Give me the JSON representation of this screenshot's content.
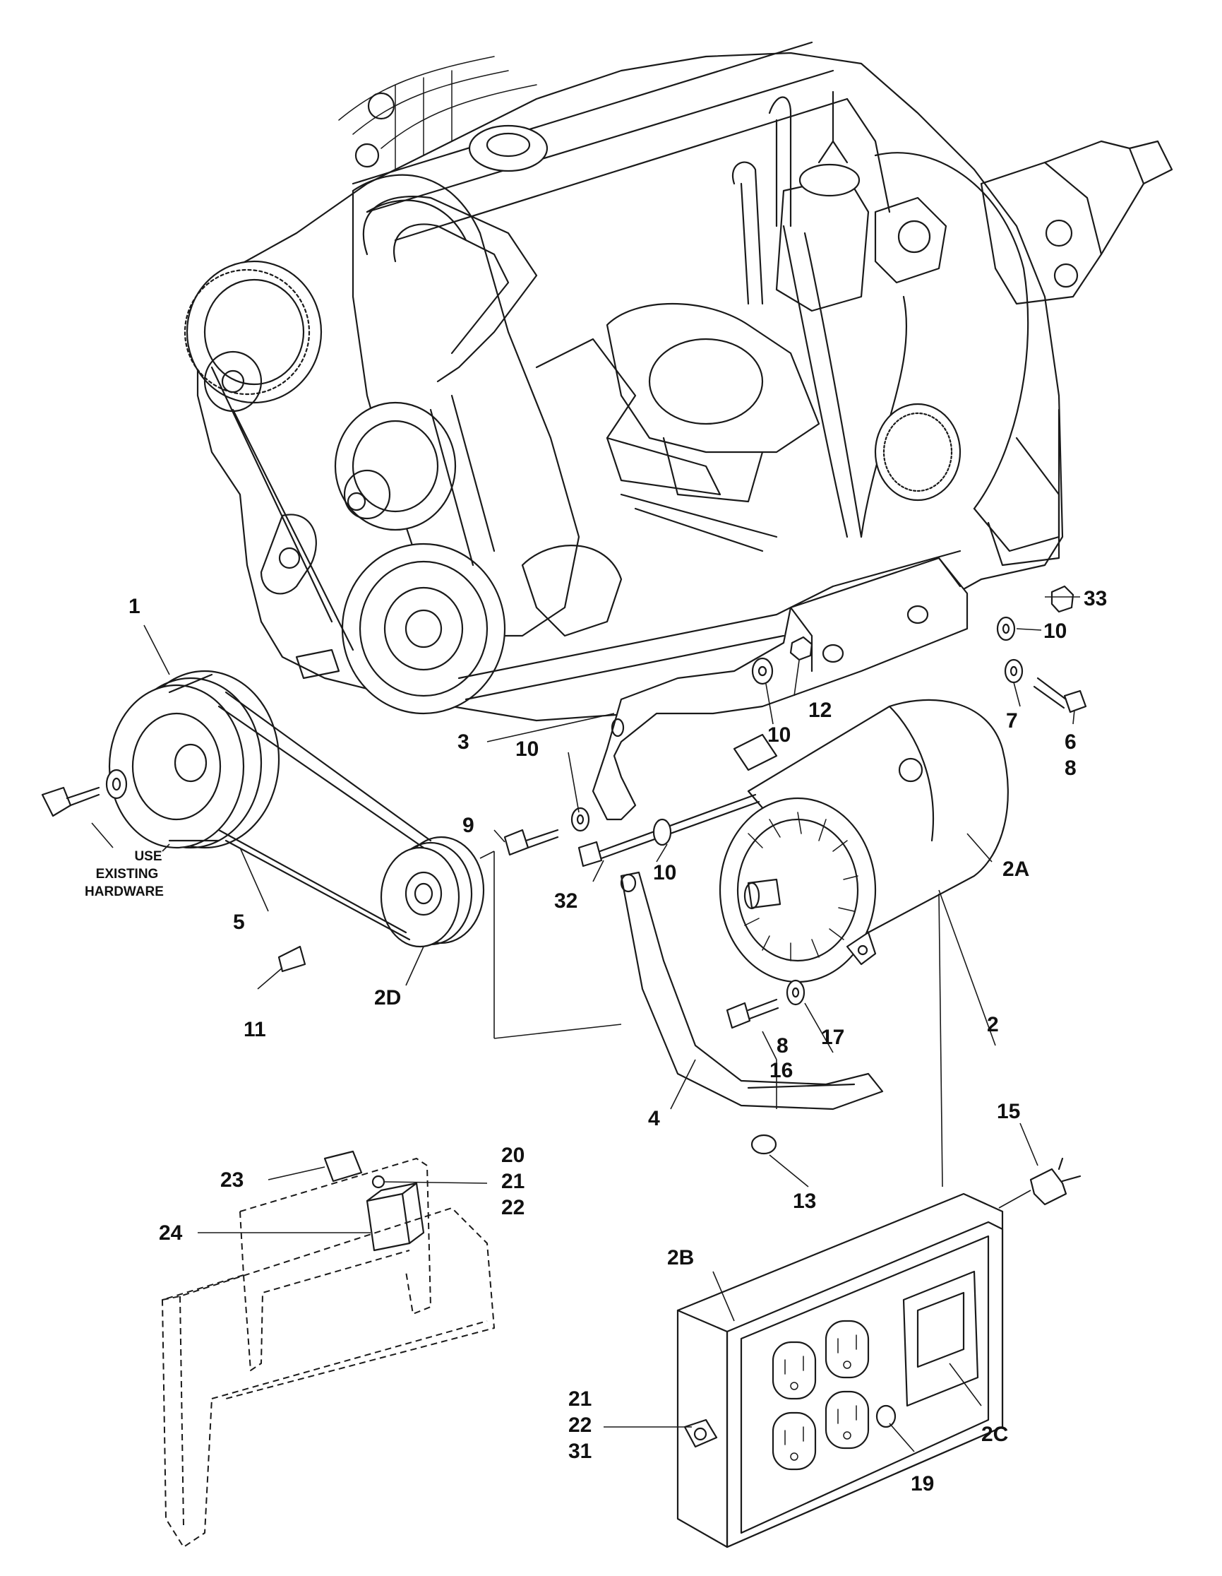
{
  "diagram": {
    "callouts": {
      "c1": "1",
      "c2": "2",
      "c2a": "2A",
      "c2b": "2B",
      "c2c": "2C",
      "c2d": "2D",
      "c3": "3",
      "c4": "4",
      "c5": "5",
      "c6": "6",
      "c7": "7",
      "c8a": "8",
      "c8b": "8",
      "c9": "9",
      "c10a": "10",
      "c10b": "10",
      "c10c": "10",
      "c10d": "10",
      "c11": "11",
      "c12": "12",
      "c13": "13",
      "c15": "15",
      "c16": "16",
      "c17": "17",
      "c19": "19",
      "c20": "20",
      "c21a": "21",
      "c21b": "21",
      "c22a": "22",
      "c22b": "22",
      "c23": "23",
      "c24": "24",
      "c31": "31",
      "c32": "32",
      "c33": "33"
    },
    "note": {
      "line1": "USE",
      "line2": "EXISTING",
      "line3": "HARDWARE"
    }
  }
}
